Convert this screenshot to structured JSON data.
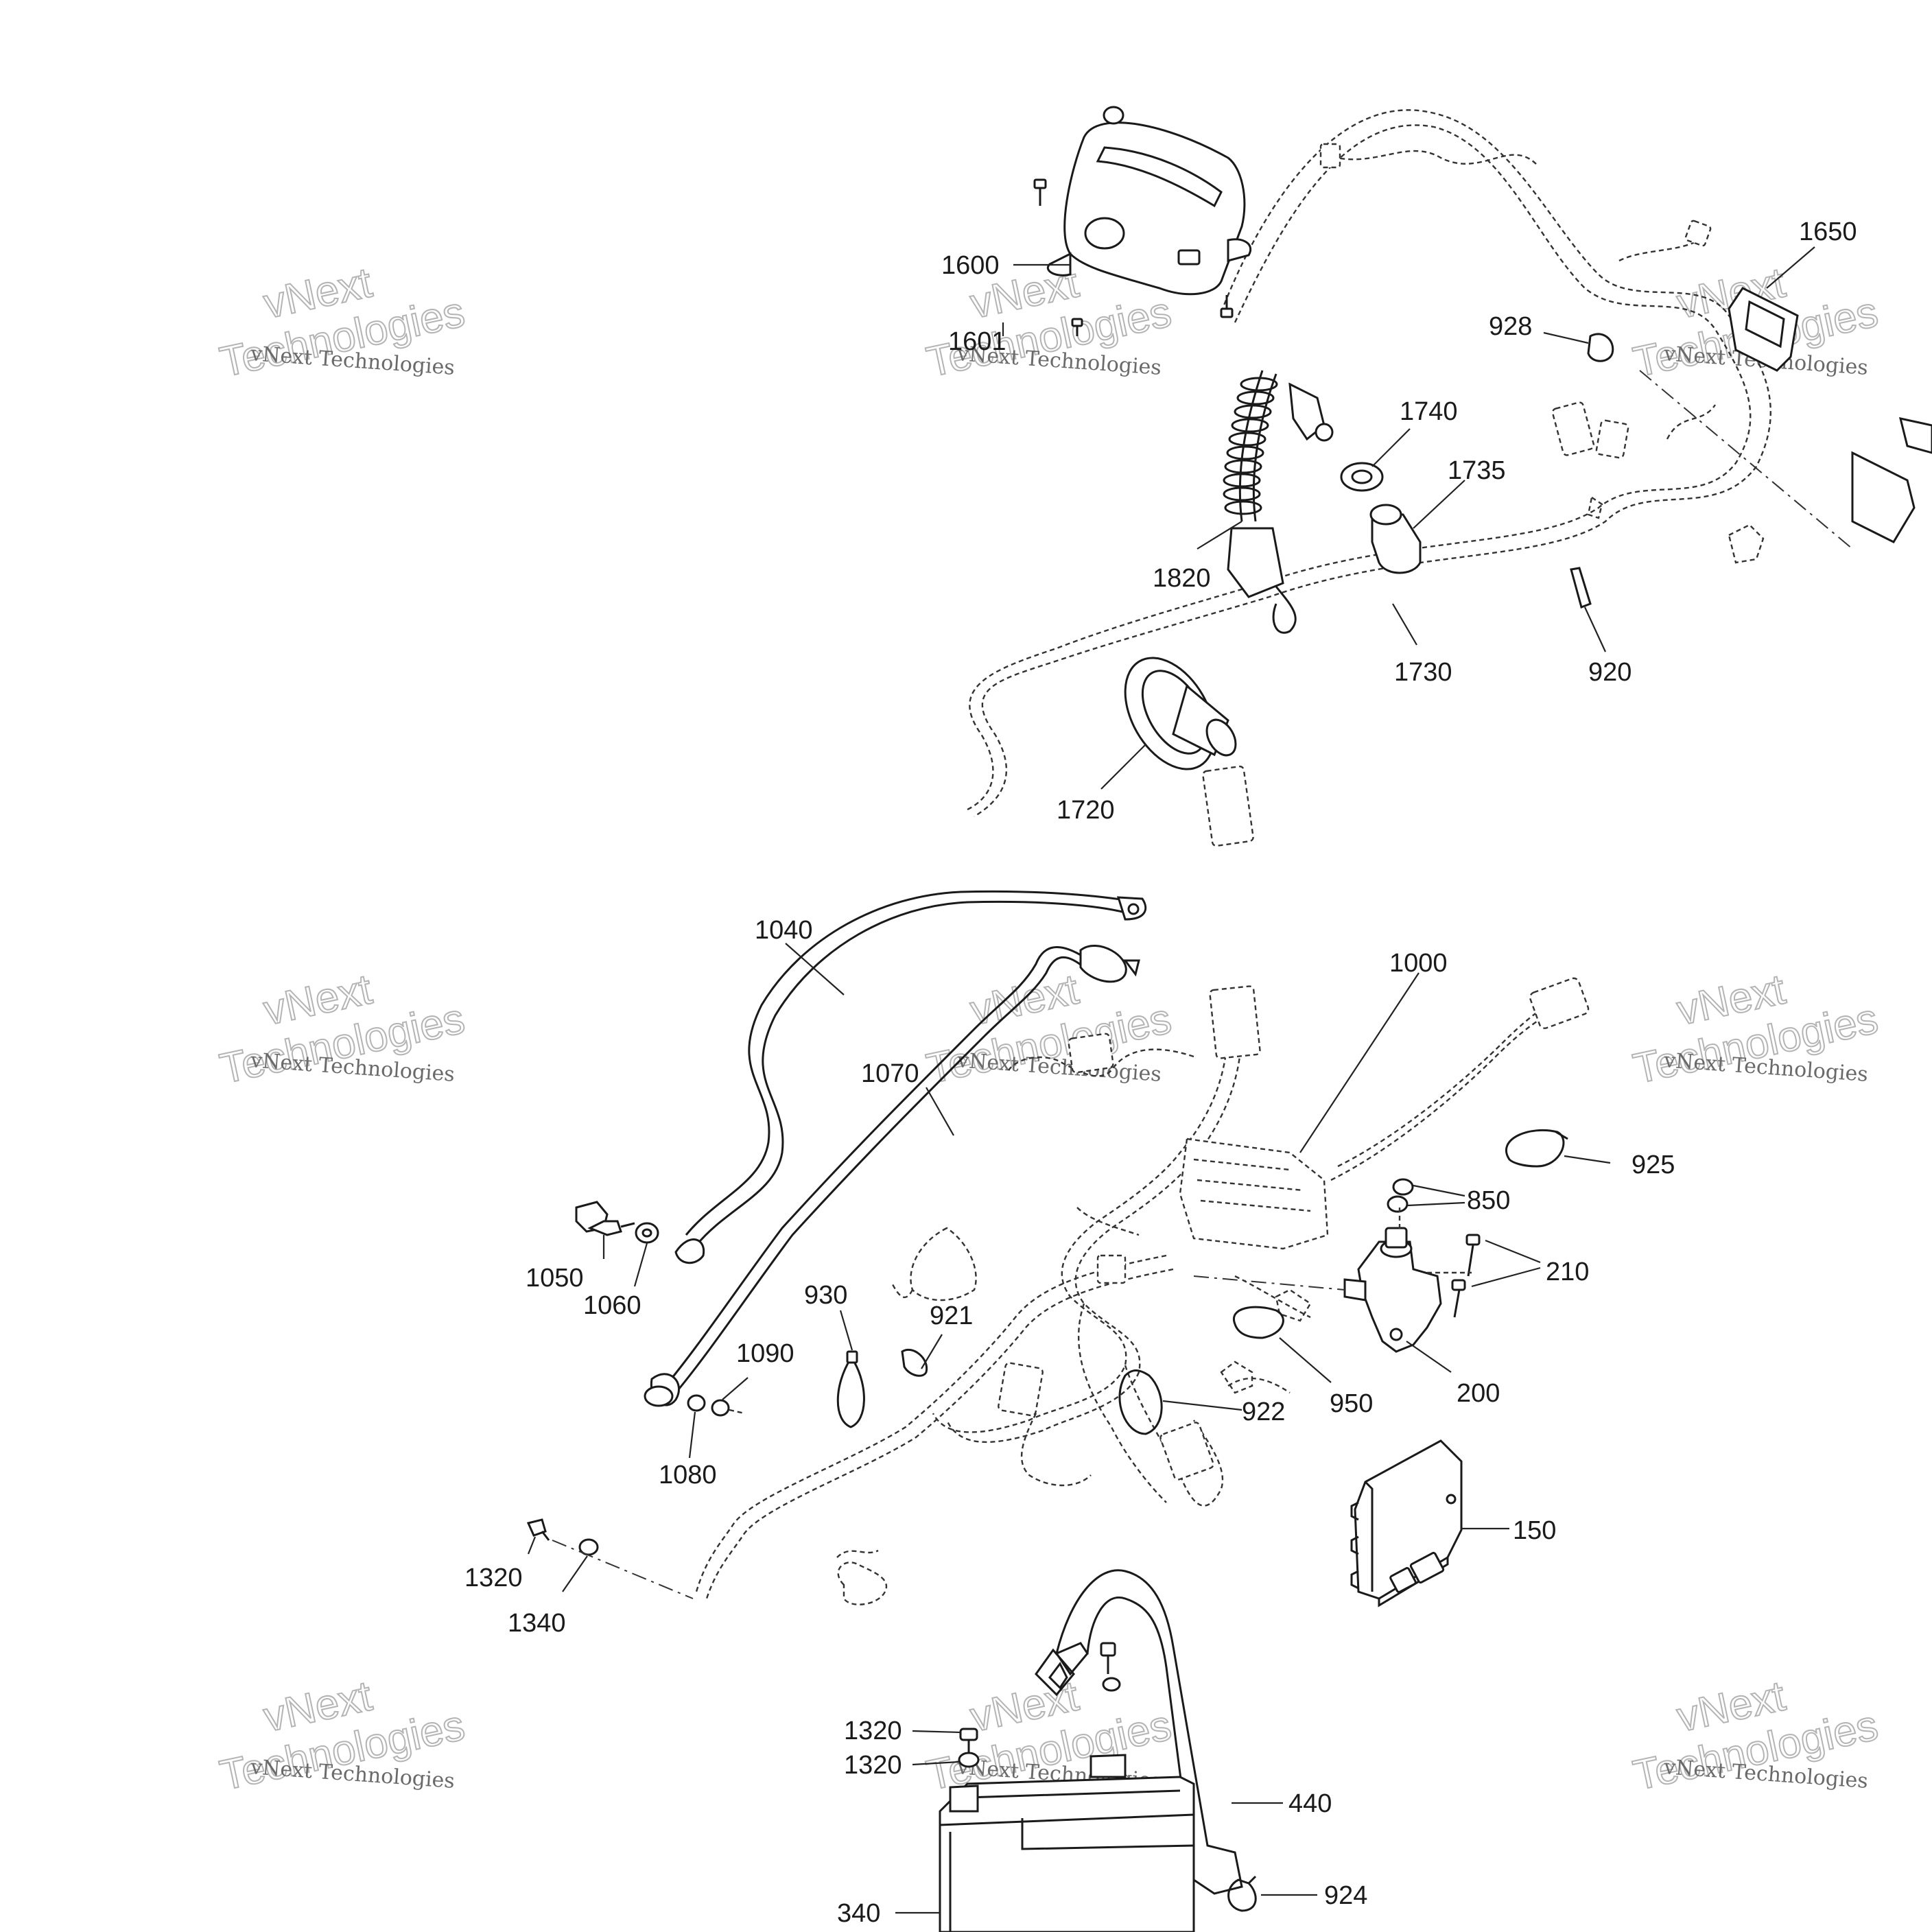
{
  "watermark": {
    "line1": "vNext",
    "line2": "Technologies",
    "caption": "vNext Technologies"
  },
  "labels": {
    "l1600": "1600",
    "l1601": "1601",
    "l1650": "1650",
    "l928": "928",
    "l1740": "1740",
    "l1735": "1735",
    "l1820": "1820",
    "l1730": "1730",
    "l920": "920",
    "l1720": "1720",
    "l1040": "1040",
    "l1000": "1000",
    "l1070": "1070",
    "l925": "925",
    "l850": "850",
    "l210": "210",
    "l1050": "1050",
    "l1060": "1060",
    "l930": "930",
    "l921": "921",
    "l1090": "1090",
    "l950": "950",
    "l200": "200",
    "l922": "922",
    "l1080": "1080",
    "l150": "150",
    "l1320a": "1320",
    "l1340": "1340",
    "l1320b": "1320",
    "l1320c": "1320",
    "l440": "440",
    "l924": "924",
    "l340": "340"
  }
}
